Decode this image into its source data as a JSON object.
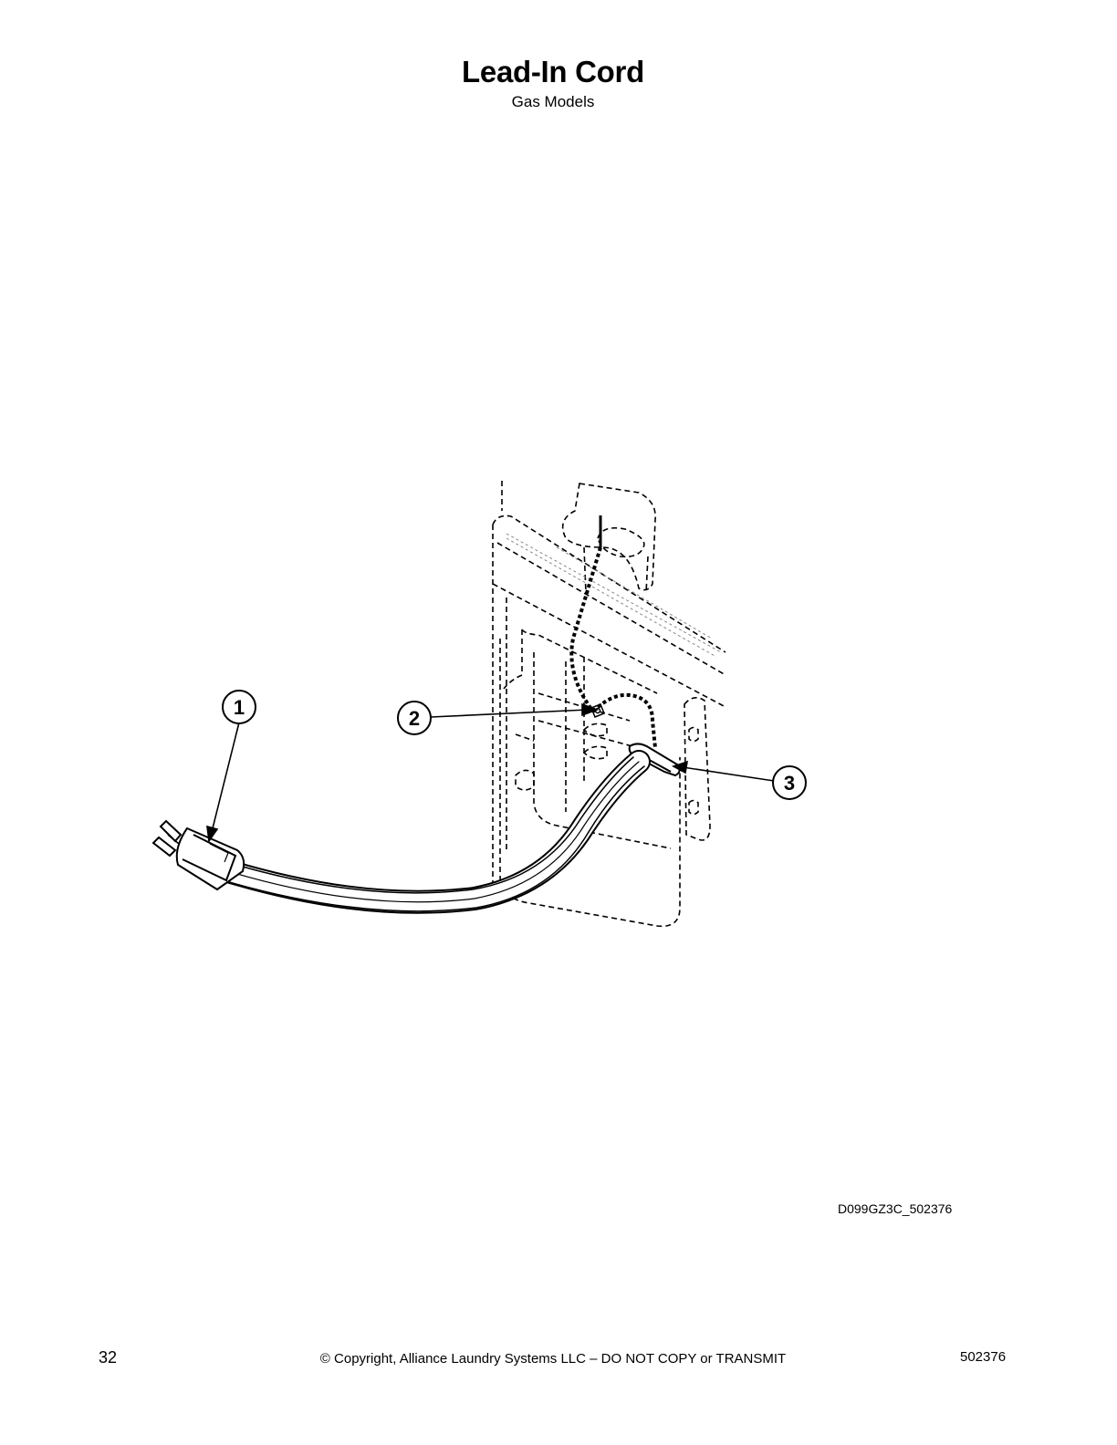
{
  "header": {
    "title": "Lead-In Cord",
    "subtitle": "Gas Models"
  },
  "diagram": {
    "callouts": [
      {
        "number": "1",
        "part": "power-plug"
      },
      {
        "number": "2",
        "part": "ground-screw"
      },
      {
        "number": "3",
        "part": "strain-relief"
      }
    ],
    "drawing_code": "D099GZ3C_502376"
  },
  "footer": {
    "page_number": "32",
    "copyright": "© Copyright, Alliance Laundry Systems LLC – DO NOT COPY or TRANSMIT",
    "document_number": "502376"
  }
}
